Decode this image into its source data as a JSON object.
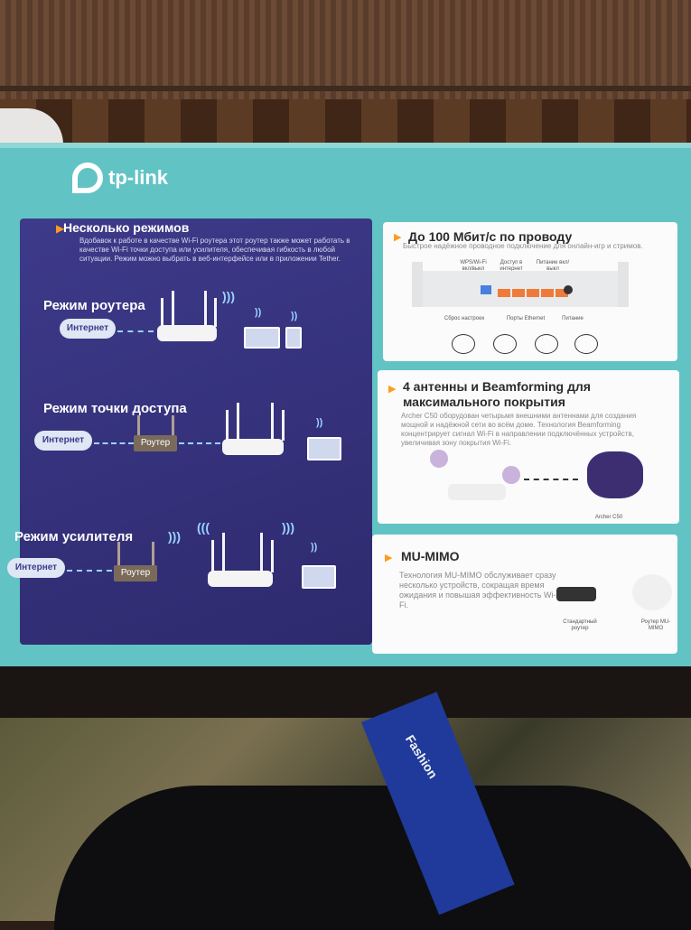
{
  "brand": {
    "name": "tp-link"
  },
  "modes": {
    "heading": "Несколько режимов",
    "description": "Вдобавок к работе в качестве Wi-Fi роутера этот роутер также может работать в качестве Wi-Fi точки доступа или усилителя, обеспечивая гибкость в любой ситуации. Режим можно выбрать в веб-интерфейсе или в приложении Tether.",
    "router_mode": "Режим роутера",
    "ap_mode": "Режим точки доступа",
    "extender_mode": "Режим усилителя",
    "internet_label": "Интернет",
    "router_label": "Роутер"
  },
  "speed_card": {
    "title": "До 100 Мбит/с по проводу",
    "text": "Быстрое надёжное проводное подключение для онлайн-игр и стримов.",
    "labels": {
      "wps": "WPS/Wi-Fi вкл/выкл",
      "access": "Доступ в интернет",
      "power_switch": "Питание вкл/выкл",
      "reset": "Сброс настроек",
      "ports": "Порты Ethernet",
      "power": "Питание"
    }
  },
  "beam_card": {
    "title": "4 антенны и Beamforming для максимального покрытия",
    "text": "Archer C50 оборудован четырьмя внешними антеннами для создания мощной и надёжной сети во всём доме. Технология Beamforming концентрирует сигнал Wi-Fi в направлении подключённых устройств, увеличивая зону покрытия Wi-Fi.",
    "model": "Archer C50"
  },
  "mimo_card": {
    "title": "MU-MIMO",
    "text": "Технология MU-MIMO обслуживает сразу несколько устройств, сокращая время ожидания и повышая эффективность Wi-Fi.",
    "standard_router": "Стандартный роутер",
    "mimo_router": "Роутер MU-MIMO"
  },
  "strap": {
    "text": "Fashion"
  },
  "colors": {
    "box": "#62c3c5",
    "panel": "#3d3a8a",
    "accent": "#ff9a1f"
  }
}
